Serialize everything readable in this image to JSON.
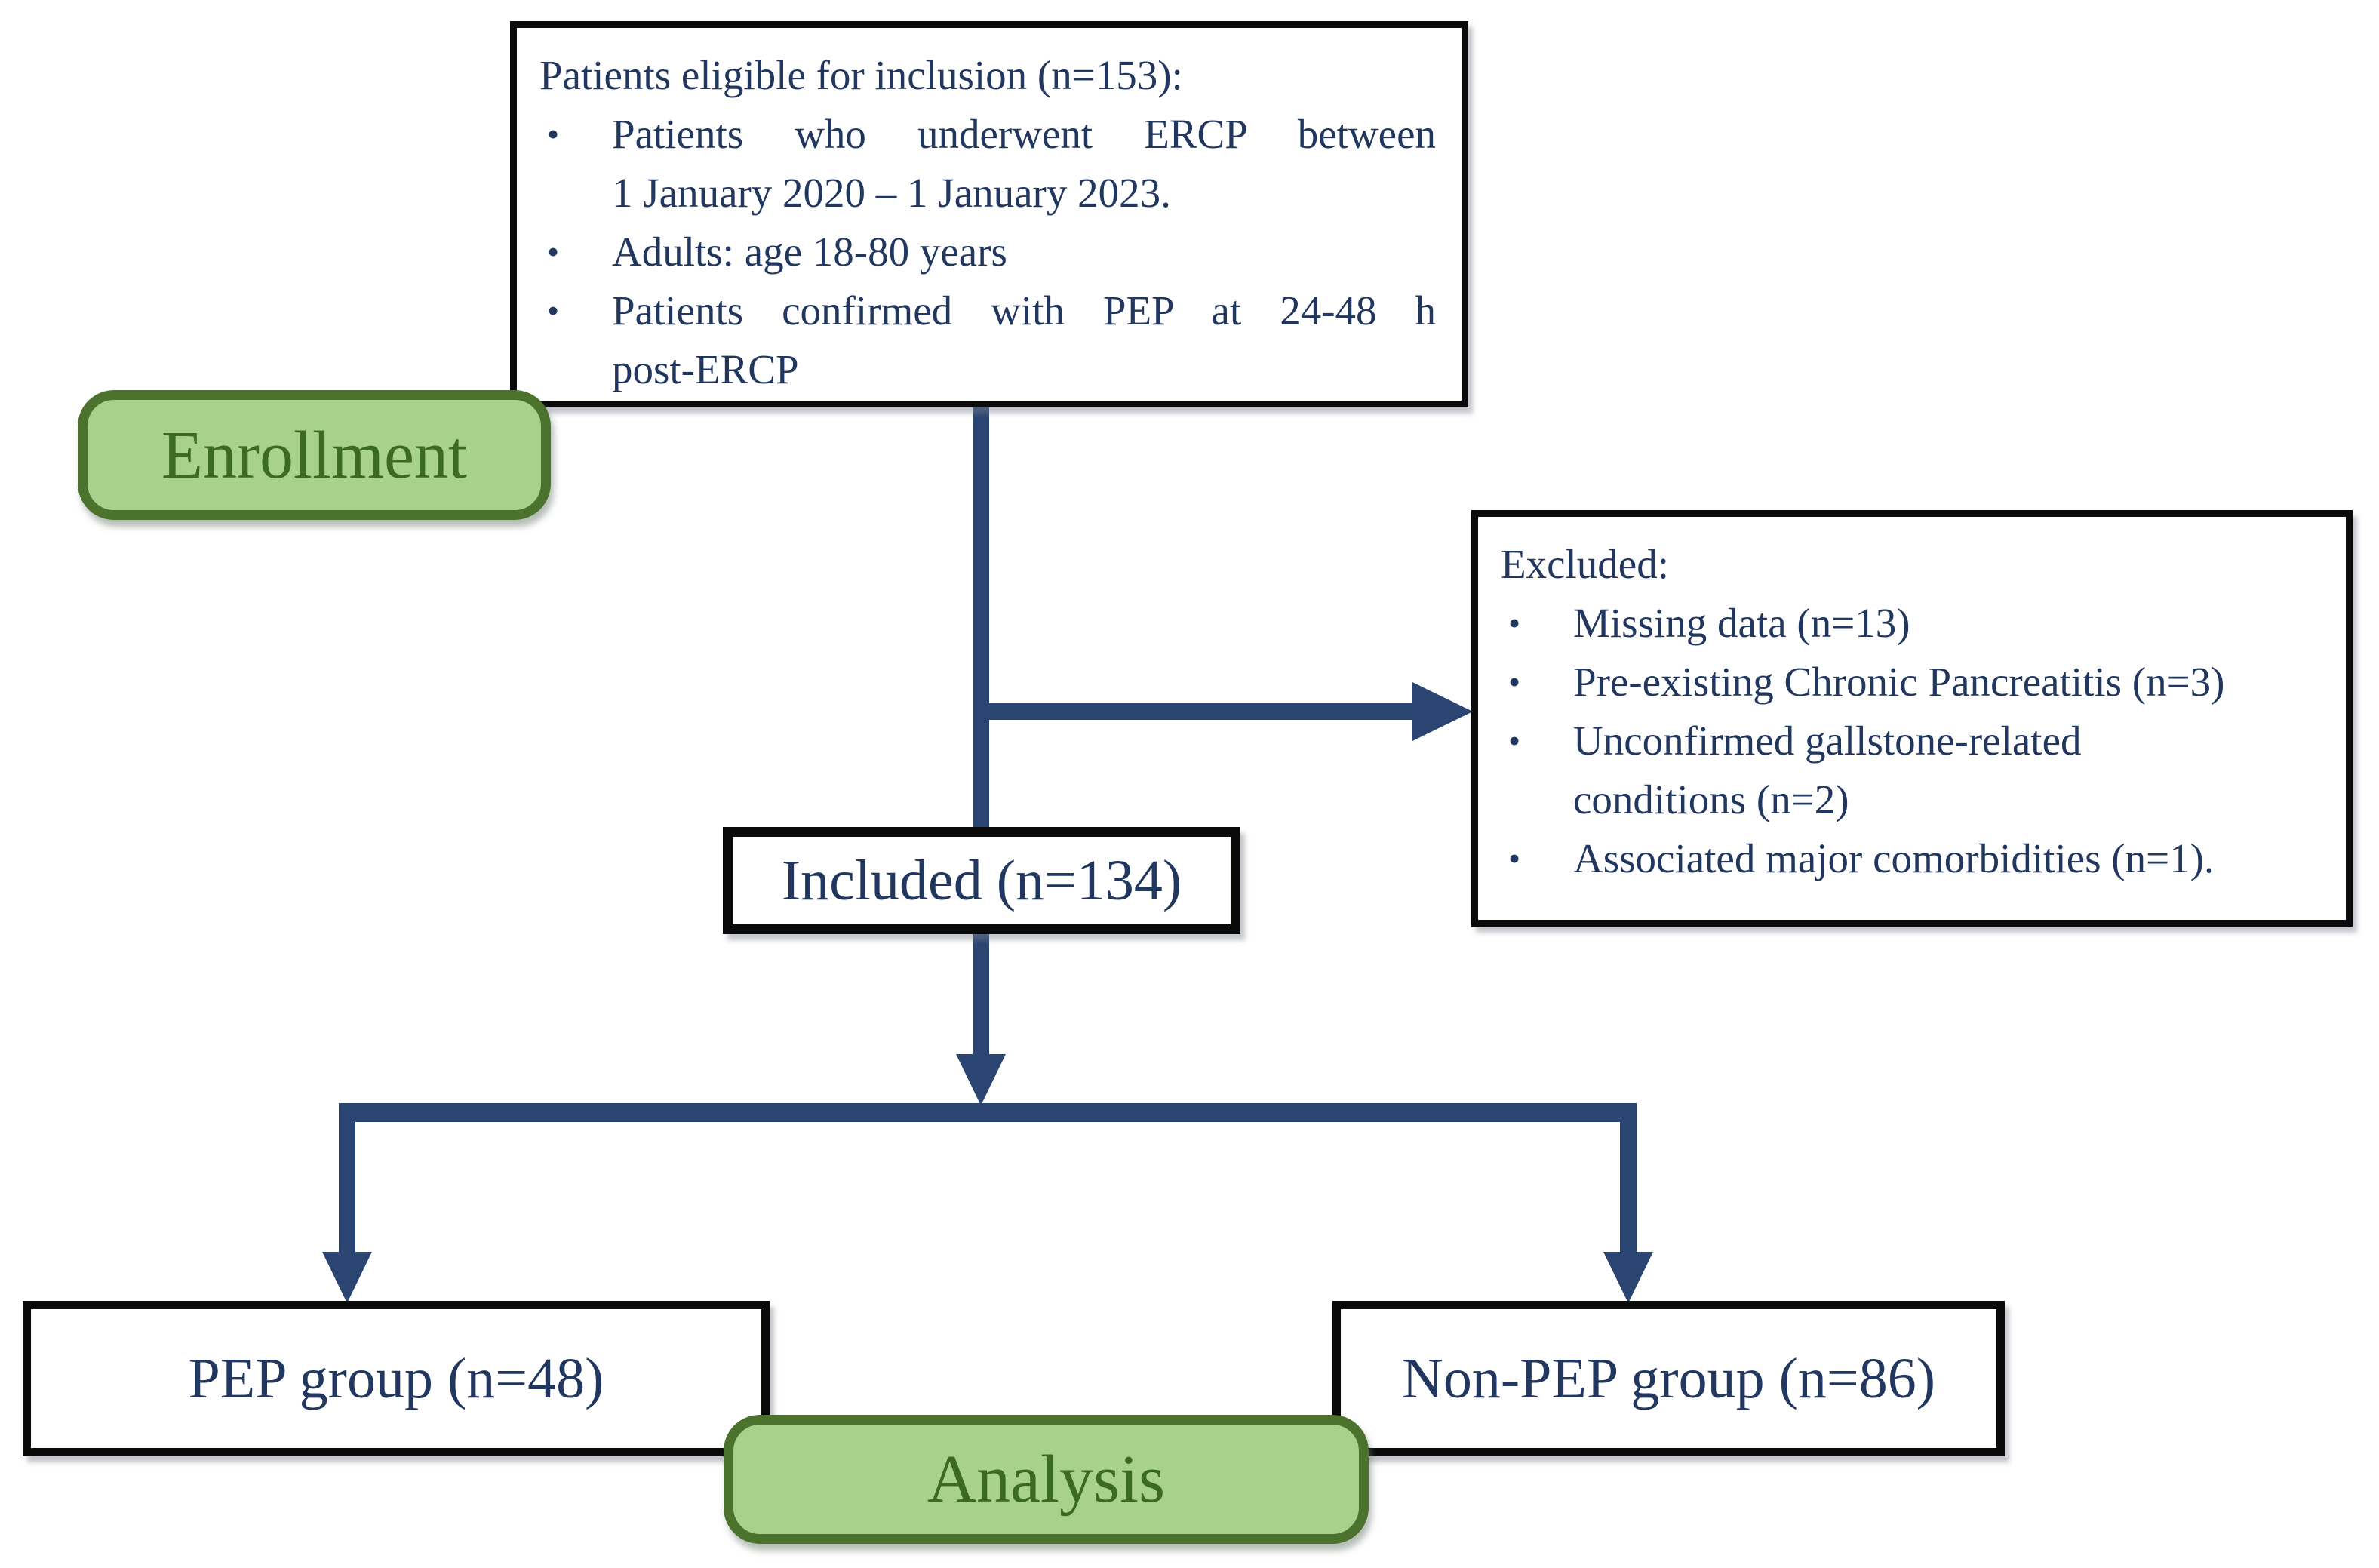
{
  "bullet_char": "•",
  "top_box": {
    "title": "Patients eligible for inclusion (n=153):",
    "bullets": [
      {
        "lines": [
          "Patients who underwent ERCP between",
          "1 January 2020 – 1 January 2023."
        ]
      },
      {
        "lines": [
          "Adults: age 18-80 years"
        ]
      },
      {
        "lines": [
          "Patients confirmed with PEP at 24-48 h",
          "post-ERCP"
        ]
      }
    ]
  },
  "enrollment_badge": {
    "label": "Enrollment"
  },
  "excluded_box": {
    "title": "Excluded:",
    "bullets": [
      {
        "lines": [
          "Missing data (n=13)"
        ]
      },
      {
        "lines": [
          "Pre-existing Chronic Pancreatitis (n=3)"
        ]
      },
      {
        "lines": [
          "Unconfirmed gallstone-related",
          "conditions (n=2)"
        ]
      },
      {
        "lines": [
          "Associated major comorbidities (n=1)."
        ]
      }
    ]
  },
  "included_box": {
    "label": "Included (n=134)"
  },
  "pep_box": {
    "label": "PEP group (n=48)"
  },
  "nonpep_box": {
    "label": "Non-PEP group (n=86)"
  },
  "analysis_badge": {
    "label": "Analysis"
  },
  "colors": {
    "text_navy": "#21375f",
    "connector_navy": "#2a4571",
    "box_border_black": "#0a0a0a",
    "badge_fill_green": "#a9d18e",
    "badge_border_green": "#4c732e",
    "badge_text_green": "#3a6a24"
  }
}
